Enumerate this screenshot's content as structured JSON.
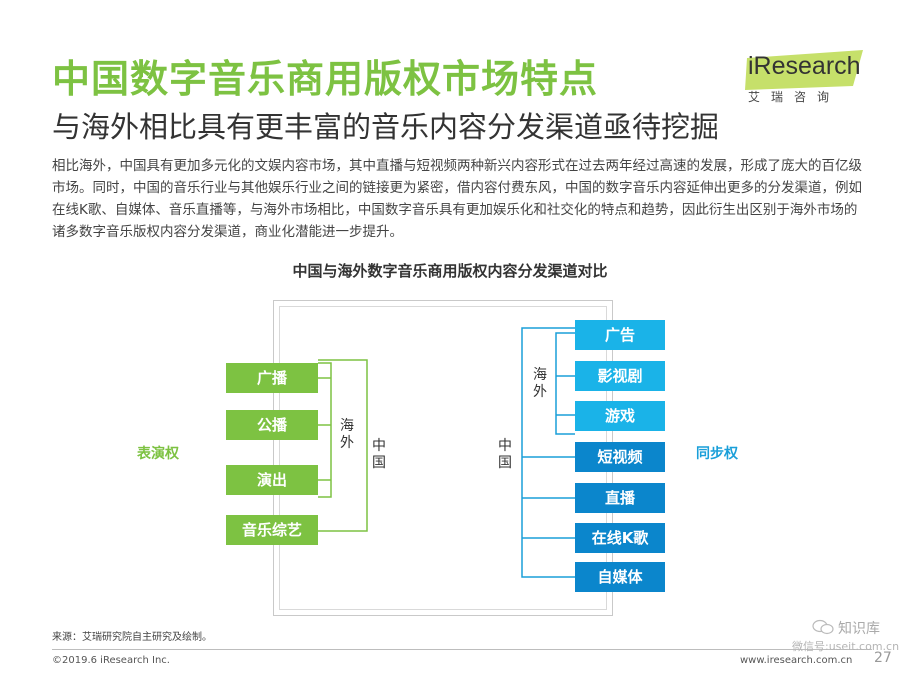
{
  "header": {
    "title": "中国数字音乐商用版权市场特点",
    "subtitle": "与海外相比具有更丰富的音乐内容分发渠道亟待挖掘",
    "logo_text": "iResearch",
    "logo_sub": "艾瑞咨询"
  },
  "body_text": "相比海外，中国具有更加多元化的文娱内容市场，其中直播与短视频两种新兴内容形式在过去两年经过高速的发展，形成了庞大的百亿级市场。同时，中国的音乐行业与其他娱乐行业之间的链接更为紧密，借内容付费东风，中国的数字音乐内容延伸出更多的分发渠道，例如在线K歌、自媒体、音乐直播等，与海外市场相比，中国数字音乐具有更加娱乐化和社交化的特点和趋势，因此衍生出区别于海外市场的诸多数字音乐版权内容分发渠道，商业化潜能进一步提升。",
  "diagram": {
    "title": "中国与海外数字音乐商用版权内容分发渠道对比",
    "left_label": "表演权",
    "right_label": "同步权",
    "left_items": [
      "广播",
      "公播",
      "演出",
      "音乐综艺"
    ],
    "right_items": [
      "广告",
      "影视剧",
      "游戏",
      "短视频",
      "直播",
      "在线K歌",
      "自媒体"
    ],
    "overseas_label": "海外",
    "china_label": "中国",
    "colors": {
      "green": "#7dc242",
      "light_blue": "#1ab3e8",
      "dark_blue": "#0b86cc"
    }
  },
  "footer": {
    "source": "来源：艾瑞研究院自主研究及绘制。",
    "copyright": "©2019.6 iResearch Inc.",
    "website": "www.iresearch.com.cn",
    "page_number": "27",
    "watermark_1": "知识库",
    "watermark_2": "微信号:useit.com.cn"
  }
}
